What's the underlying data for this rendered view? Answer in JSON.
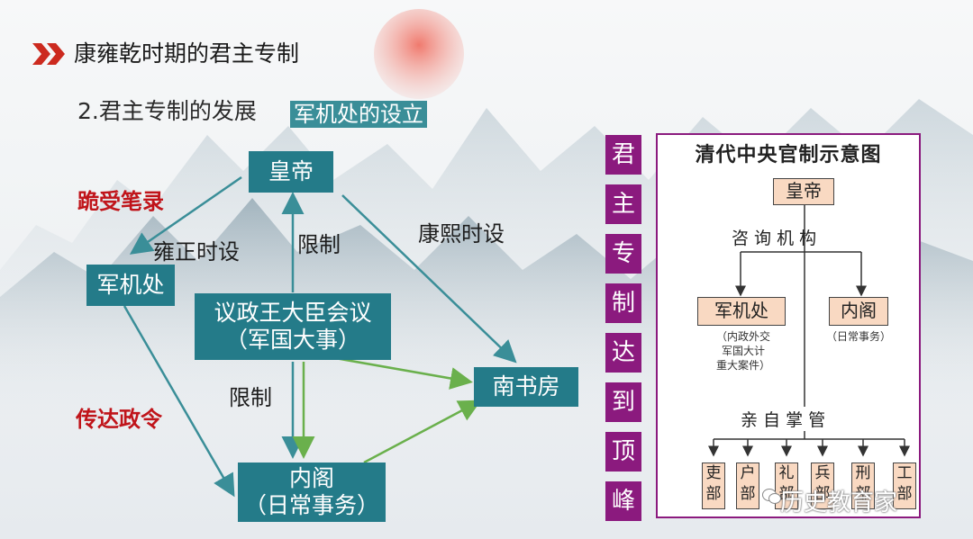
{
  "header": {
    "title": "康雍乾时期的君主专制",
    "subtitle": "2.君主专制的发展",
    "topic": "军机处的设立"
  },
  "diagram": {
    "nodes": {
      "emperor": "皇帝",
      "junjichu": "军机处",
      "yizheng_line1": "议政王大臣会议",
      "yizheng_line2": "（军国大事）",
      "nanshufang": "南书房",
      "neige_line1": "内阁",
      "neige_line2": "（日常事务）"
    },
    "labels": {
      "kneel": "跪受笔录",
      "yongzheng": "雍正时设",
      "restrict_top": "限制",
      "kangxi": "康熙时设",
      "restrict_bottom": "限制",
      "transmit": "传达政令"
    }
  },
  "vertical_banner": [
    "君",
    "主",
    "专",
    "制",
    "达",
    "到",
    "顶",
    "峰"
  ],
  "panel": {
    "title": "清代中央官制示意图",
    "emperor": "皇帝",
    "advisory": "咨 询 机 构",
    "junjichu": "军机处",
    "junjichu_note": [
      "（内政外交",
      "军国大计",
      "重大案件）"
    ],
    "neige": "内阁",
    "neige_note": "（日常事务）",
    "direct": "亲 自 掌 管",
    "ministries": [
      [
        "吏",
        "部"
      ],
      [
        "户",
        "部"
      ],
      [
        "礼",
        "部"
      ],
      [
        "兵",
        "部"
      ],
      [
        "刑",
        "部"
      ],
      [
        "工",
        "部"
      ]
    ]
  },
  "watermark": "历史教育家",
  "colors": {
    "node": "#247b89",
    "red_label": "#c0141a",
    "banner": "#8b1a7e",
    "panel_box": "#f9d9c2",
    "arrow_teal": "#3a8e98",
    "arrow_green": "#6ab04c",
    "sun": "#e86a60"
  }
}
